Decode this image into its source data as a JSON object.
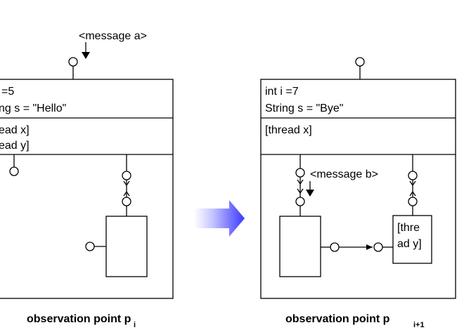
{
  "left": {
    "message": "<message a>",
    "state_lines": [
      "=5",
      "ng s = \"Hello\""
    ],
    "thread_lines": [
      "ead x]",
      "ead y]"
    ],
    "caption": "observation point p",
    "caption_sub": "i"
  },
  "right": {
    "state_lines": [
      "int i =7",
      "String s = \"Bye\""
    ],
    "thread_lines": [
      "[thread x]"
    ],
    "message": "<message b>",
    "thread_box_lines": [
      "[thre",
      "ad y]"
    ],
    "caption": "observation point p",
    "caption_sub": "i+1"
  },
  "colors": {
    "arrow_start": "#ffffff",
    "arrow_end": "#3a38ff"
  }
}
